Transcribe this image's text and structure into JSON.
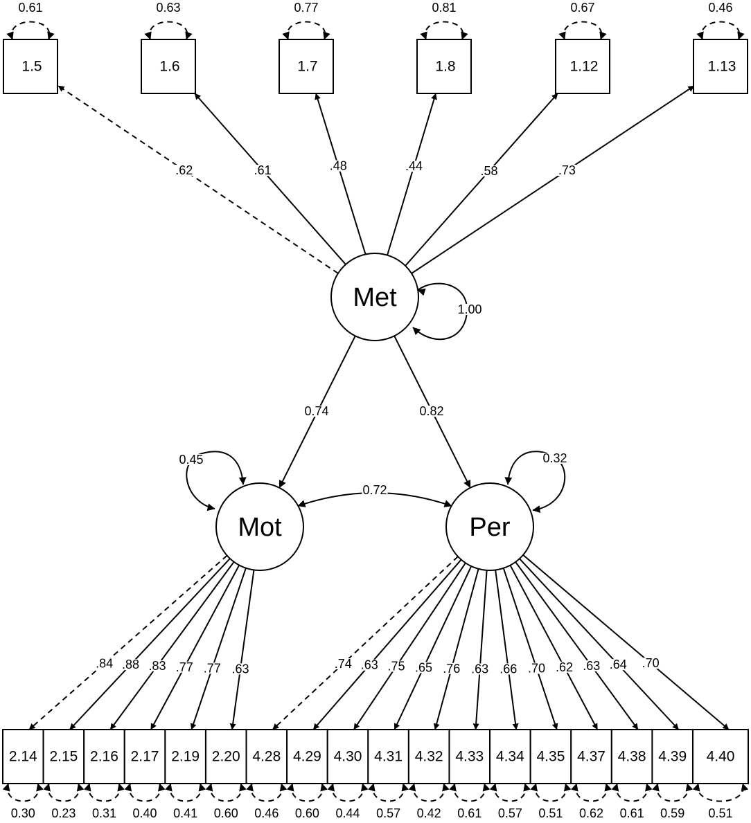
{
  "latents": {
    "met": {
      "label": "Met",
      "variance": "1.00"
    },
    "mot": {
      "label": "Mot",
      "variance": "0.45"
    },
    "per": {
      "label": "Per",
      "variance": "0.32"
    }
  },
  "structural": {
    "met_mot": "0.74",
    "met_per": "0.82",
    "mot_per": "0.72"
  },
  "met_indicators": [
    {
      "label": "1.5",
      "loading": ".62",
      "error": "0.61",
      "fixed": true
    },
    {
      "label": "1.6",
      "loading": ".61",
      "error": "0.63",
      "fixed": false
    },
    {
      "label": "1.7",
      "loading": ".48",
      "error": "0.77",
      "fixed": false
    },
    {
      "label": "1.8",
      "loading": ".44",
      "error": "0.81",
      "fixed": false
    },
    {
      "label": "1.12",
      "loading": ".58",
      "error": "0.67",
      "fixed": false
    },
    {
      "label": "1.13",
      "loading": ".73",
      "error": "0.46",
      "fixed": false
    }
  ],
  "mot_indicators": [
    {
      "label": "2.14",
      "loading": ".84",
      "error": "0.30",
      "fixed": true
    },
    {
      "label": "2.15",
      "loading": ".88",
      "error": "0.23",
      "fixed": false
    },
    {
      "label": "2.16",
      "loading": ".83",
      "error": "0.31",
      "fixed": false
    },
    {
      "label": "2.17",
      "loading": ".77",
      "error": "0.40",
      "fixed": false
    },
    {
      "label": "2.19",
      "loading": ".77",
      "error": "0.41",
      "fixed": false
    },
    {
      "label": "2.20",
      "loading": ".63",
      "error": "0.60",
      "fixed": false
    }
  ],
  "per_indicators": [
    {
      "label": "4.28",
      "loading": ".74",
      "error": "0.46",
      "fixed": true
    },
    {
      "label": "4.29",
      "loading": ".63",
      "error": "0.60",
      "fixed": false
    },
    {
      "label": "4.30",
      "loading": ".75",
      "error": "0.44",
      "fixed": false
    },
    {
      "label": "4.31",
      "loading": ".65",
      "error": "0.57",
      "fixed": false
    },
    {
      "label": "4.32",
      "loading": ".76",
      "error": "0.42",
      "fixed": false
    },
    {
      "label": "4.33",
      "loading": ".63",
      "error": "0.61",
      "fixed": false
    },
    {
      "label": "4.34",
      "loading": ".66",
      "error": "0.57",
      "fixed": false
    },
    {
      "label": "4.35",
      "loading": ".70",
      "error": "0.51",
      "fixed": false
    },
    {
      "label": "4.37",
      "loading": ".62",
      "error": "0.62",
      "fixed": false
    },
    {
      "label": "4.38",
      "loading": ".63",
      "error": "0.61",
      "fixed": false
    },
    {
      "label": "4.39",
      "loading": ".64",
      "error": "0.59",
      "fixed": false
    },
    {
      "label": "4.40",
      "loading": ".70",
      "error": "0.51",
      "fixed": false
    }
  ]
}
